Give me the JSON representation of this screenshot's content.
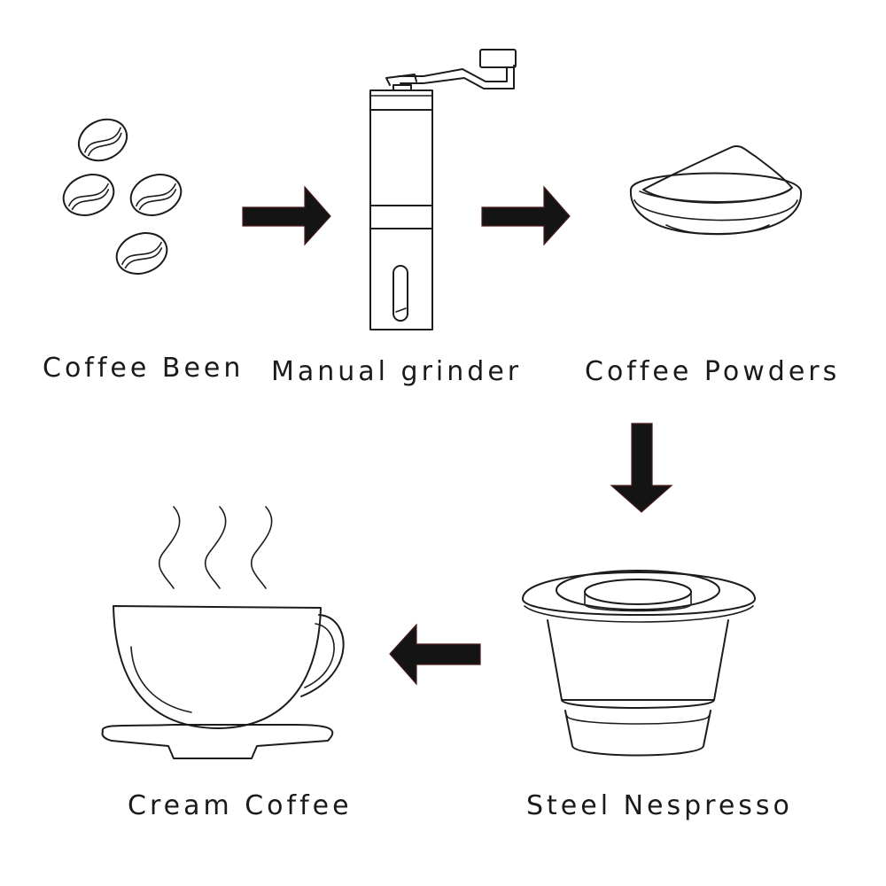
{
  "steps": [
    {
      "label": "Coffee Been",
      "icon": "coffee-beans-icon"
    },
    {
      "label": "Manual grinder",
      "icon": "manual-grinder-icon"
    },
    {
      "label": "Coffee Powders",
      "icon": "coffee-powder-icon"
    },
    {
      "label": "Steel Nespresso",
      "icon": "steel-capsule-icon"
    },
    {
      "label": "Cream Coffee",
      "icon": "coffee-cup-icon"
    }
  ],
  "arrows": [
    {
      "from": "Coffee Been",
      "to": "Manual grinder",
      "direction": "right"
    },
    {
      "from": "Manual grinder",
      "to": "Coffee Powders",
      "direction": "right"
    },
    {
      "from": "Coffee Powders",
      "to": "Steel Nespresso",
      "direction": "down"
    },
    {
      "from": "Steel Nespresso",
      "to": "Cream Coffee",
      "direction": "left"
    }
  ],
  "colors": {
    "ink": "#1c1c1c",
    "arrow": "#141414",
    "background": "#ffffff"
  }
}
